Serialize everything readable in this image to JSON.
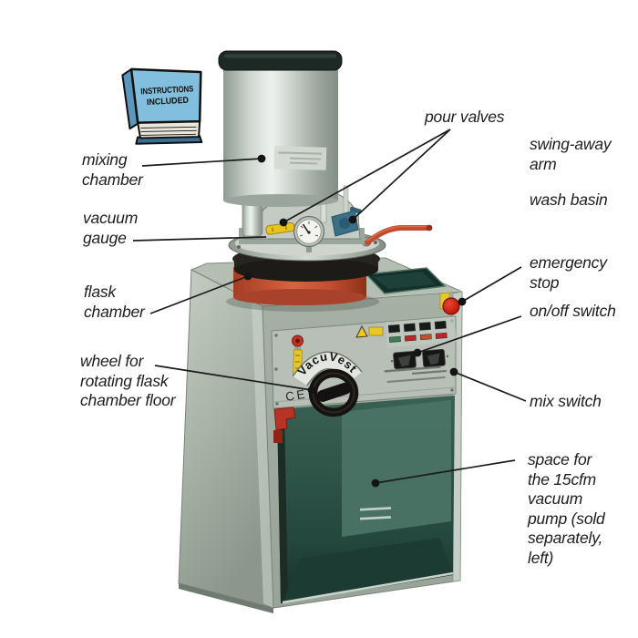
{
  "page": {
    "description": "Annotated diagram of a VacuVest vacuum mixing / investing machine on white background"
  },
  "badge": {
    "line1": "INSTRUCTIONS",
    "line2": "INCLUDED",
    "cover_color": "#82bedd"
  },
  "machine": {
    "brand": "VacuVest",
    "ce_mark": "CE",
    "colors": {
      "cabinet": "#a8b2a8",
      "control_panel": "#b6beb5",
      "flask_chamber_red": "#c24e33",
      "pump_space_interior": "#2e5549",
      "emergency_stop_red": "#d32b1b",
      "swing_arm_red": "#bf4c30",
      "pour_valve_yellow": "#e8c51e",
      "pour_valve_blue": "#3d6e85",
      "indicator_green": "#3f7d57",
      "indicator_red": "#c02328",
      "indicator_orange": "#c4502b"
    }
  },
  "labels": {
    "mixing_chamber": {
      "text": "mixing\nchamber"
    },
    "vacuum_gauge": {
      "text": "vacuum\ngauge"
    },
    "flask_chamber": {
      "text": "flask\nchamber"
    },
    "wheel": {
      "text": "wheel for\nrotating flask\nchamber floor"
    },
    "pour_valves": {
      "text": "pour valves"
    },
    "swing_away_arm": {
      "text": "swing-away\narm"
    },
    "wash_basin": {
      "text": "wash basin"
    },
    "emergency_stop": {
      "text": "emergency\nstop"
    },
    "on_off_switch": {
      "text": "on/off switch"
    },
    "mix_switch": {
      "text": "mix switch"
    },
    "pump_space": {
      "text": "space for\nthe 15cfm\nvacuum\npump (sold\nseparately,\nleft)"
    }
  }
}
